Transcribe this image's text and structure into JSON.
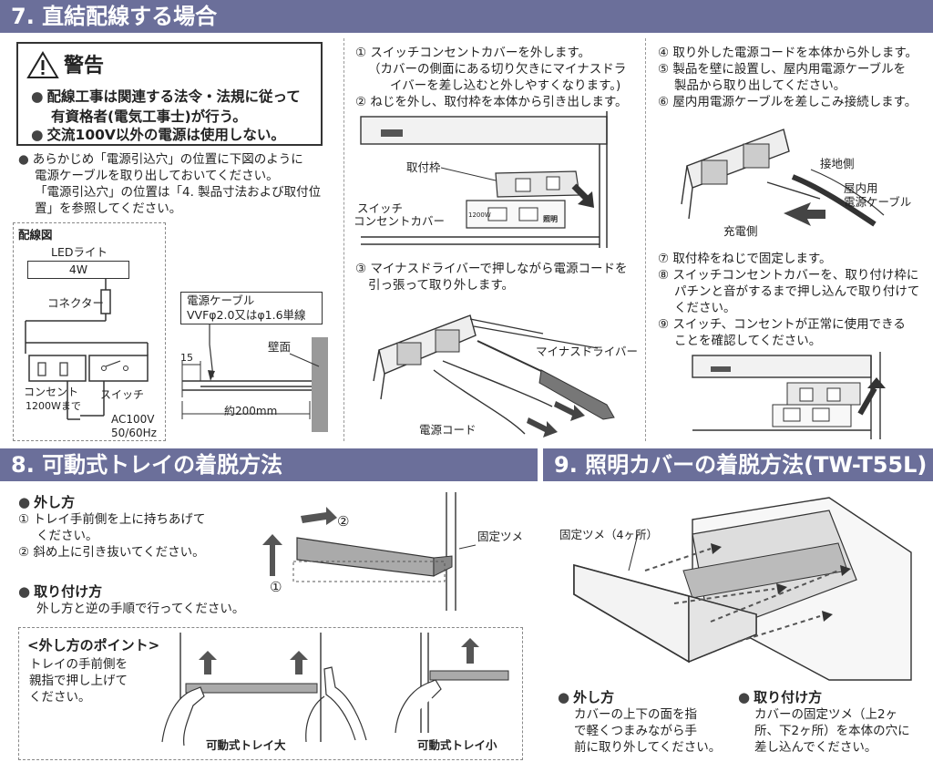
{
  "sec7": {
    "title": "7. 直結配線する場合",
    "warning": {
      "label": "警告",
      "items": [
        "配線工事は関連する法令・法規に従って",
        "有資格者(電気工事士)が行う。",
        "交流100V以外の電源は使用しない。"
      ]
    },
    "intro": [
      "あらかじめ「電源引込穴」の位置に下図のように",
      "電源ケーブルを取り出しておいてください。",
      "「電源引込穴」の位置は「4. 製品寸法および取付位",
      "置」を参照してください。"
    ],
    "wiring": {
      "title": "配線図",
      "led_label": "LEDライト",
      "led_watt": "4W",
      "connector": "コネクター",
      "outlet": "コンセント",
      "outlet_limit": "1200Wまで",
      "switch": "スイッチ",
      "ac1": "AC100V",
      "ac2": "50/60Hz"
    },
    "cable": {
      "title": "電源ケーブル",
      "spec": "VVFφ2.0又はφ1.6単線",
      "dim15": "15",
      "wall": "壁面",
      "length": "約200mm"
    },
    "steps_a": [
      "① スイッチコンセントカバーを外します。",
      "（カバーの側面にある切り欠きにマイナスドラ",
      "イバーを差し込むと外しやすくなります。)",
      "② ねじを外し、取付枠を本体から引き出します。"
    ],
    "fig_a": {
      "frame": "取付枠",
      "cover1": "スイッチ",
      "cover2": "コンセントカバー",
      "plate_watt": "1200W",
      "plate_label": "照明"
    },
    "steps_b": [
      "③ マイナスドライバーで押しながら電源コードを",
      "引っ張って取り外します。"
    ],
    "fig_b": {
      "driver": "マイナスドライバー",
      "cord": "電源コード"
    },
    "steps_c": [
      "④ 取り外した電源コードを本体から外します。",
      "⑤ 製品を壁に設置し、屋内用電源ケーブルを",
      "製品から取り出してください。",
      "⑥ 屋内用電源ケーブルを差しこみ接続します。"
    ],
    "fig_c": {
      "ground": "接地側",
      "indoor1": "屋内用",
      "indoor2": "電源ケーブル",
      "charge": "充電側"
    },
    "steps_d": [
      "⑦ 取付枠をねじで固定します。",
      "⑧ スイッチコンセントカバーを、取り付け枠に",
      "パチンと音がするまで押し込んで取り付けて",
      "ください。",
      "⑨ スイッチ、コンセントが正常に使用できる",
      "ことを確認してください。"
    ]
  },
  "sec8": {
    "title": "8. 可動式トレイの着脱方法",
    "remove_title": "外し方",
    "remove_steps": [
      "① トレイ手前側を上に持ちあげて",
      "ください。",
      "② 斜め上に引き抜いてください。"
    ],
    "attach_title": "取り付け方",
    "attach_text": "外し方と逆の手順で行ってください。",
    "fig": {
      "n1": "①",
      "n2": "②",
      "claw": "固定ツメ"
    },
    "point_title": "<外し方のポイント>",
    "point_text": [
      "トレイの手前側を",
      "親指で押し上げて",
      "ください。"
    ],
    "tray_large": "可動式トレイ大",
    "tray_small": "可動式トレイ小"
  },
  "sec9": {
    "title": "9. 照明カバーの着脱方法(TW-T55L)",
    "claw": "固定ツメ（4ヶ所）",
    "remove_title": "外し方",
    "remove_text": [
      "カバーの上下の面を指",
      "で軽くつまみながら手",
      "前に取り外してください。"
    ],
    "attach_title": "取り付け方",
    "attach_text": [
      "カバーの固定ツメ（上2ヶ",
      "所、下2ヶ所）を本体の穴に",
      "差し込んでください。"
    ]
  }
}
